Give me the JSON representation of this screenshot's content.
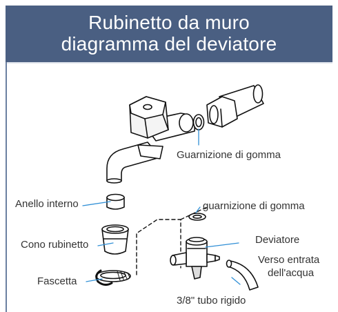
{
  "title": {
    "line1": "Rubinetto da muro",
    "line2": "diagramma del deviatore"
  },
  "labels": {
    "gasket_top": "Guarnizione di gomma",
    "inner_ring": "Anello interno",
    "gasket_small": "guarnizione di gomma",
    "diverter": "Deviatore",
    "faucet_cone": "Cono rubinetto",
    "inlet_line1": "Verso entrata",
    "inlet_line2": "dell'acqua",
    "clamp": "Fascetta",
    "rigid_tube": "3/8\" tubo rigido"
  },
  "colors": {
    "header_bg": "#4a5f82",
    "leader_blue": "#2f8fd6",
    "line": "#111111"
  }
}
